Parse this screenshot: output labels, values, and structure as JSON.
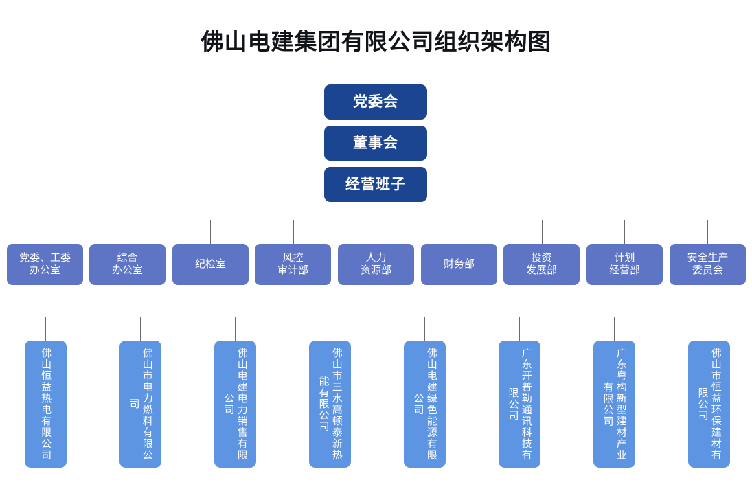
{
  "title": "佛山电建集团有限公司组织架构图",
  "palette": {
    "background": "#ffffff",
    "executive_box": "#1B4590",
    "department_box": "#5E74C4",
    "subsidiary_box": "#5E95E2",
    "connector_line": "#6b6b6b",
    "title_text": "#111418",
    "node_text": "#ffffff"
  },
  "executives": [
    {
      "label": "党委会"
    },
    {
      "label": "董事会"
    },
    {
      "label": "经营班子"
    }
  ],
  "departments": [
    {
      "label": "党委、工委\n办公室"
    },
    {
      "label": "综合\n办公室"
    },
    {
      "label": "纪检室"
    },
    {
      "label": "风控\n审计部"
    },
    {
      "label": "人力\n资源部"
    },
    {
      "label": "财务部"
    },
    {
      "label": "投资\n发展部"
    },
    {
      "label": "计划\n经营部"
    },
    {
      "label": "安全生产\n委员会"
    }
  ],
  "subsidiaries": [
    {
      "label": "佛山恒益热电有限公司"
    },
    {
      "label": "佛山市电力燃料有限公司"
    },
    {
      "label": "佛山电建电力销售有限公司"
    },
    {
      "label": "佛山市三水高顿泰新热能有限公司"
    },
    {
      "label": "佛山电建绿色能源有限公司"
    },
    {
      "label": "广东开普勒通讯科技有限公司"
    },
    {
      "label": "广东粤构新型建材产业有限公司"
    },
    {
      "label": "佛山市恒益环保建材有限公司"
    }
  ]
}
